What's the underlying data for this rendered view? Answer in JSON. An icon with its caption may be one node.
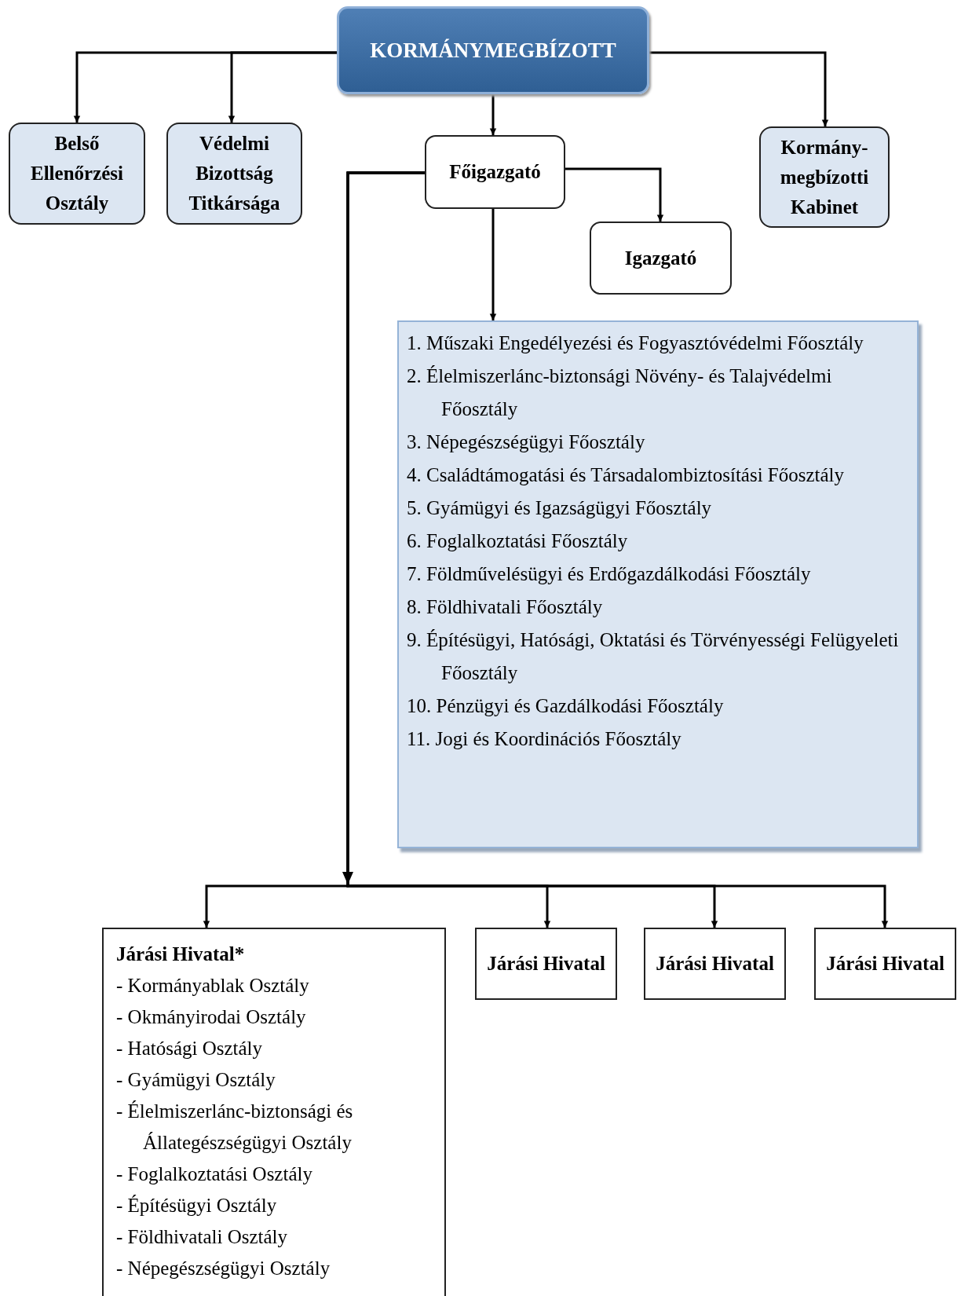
{
  "diagram": {
    "nodes": [
      {
        "text": [
          "KORMÁNYMEGBÍZOTT"
        ]
      },
      {
        "text": [
          "Belső Ellenőrzési Osztály"
        ]
      },
      {
        "text": [
          "Védelmi Bizottság Titkársága"
        ]
      },
      {
        "text": [
          "Főigazgató"
        ]
      },
      {
        "text": [
          "Kormány- megbízotti Kabinet"
        ]
      },
      {
        "text": [
          "Igazgató"
        ]
      },
      {
        "text": [
          "1. Műszaki Engedélyezési és Fogyasztóvédelmi Főosztály",
          "2. Élelmiszerlánc-biztonsági Növény- és Talajvédelmi Főosztály",
          "3. Népegészségügyi Főosztály",
          "4. Családtámogatási és Társadalombiztosítási Főosztály",
          "5. Gyámügyi és Igazságügyi Főosztály",
          "6. Foglalkoztatási Főosztály",
          "7. Földművelésügyi és Erdőgazdálkodási Főosztály",
          "8. Földhivatali Főosztály",
          "9. Építésügyi, Hatósági, Oktatási és Törvényességi Felügyeleti Főosztály",
          "10. Pénzügyi és Gazdálkodási Főosztály",
          "11. Jogi és Koordinációs Főosztály"
        ]
      },
      {
        "text": [
          "Járási Hivatal*",
          "- Kormányablak Osztály",
          "- Okmányirodai Osztály",
          "- Hatósági Osztály",
          "- Gyámügyi Osztály",
          "- Élelmiszerlánc-biztonsági és Állategészségügyi Osztály",
          "- Foglalkoztatási Osztály",
          "- Építésügyi Osztály",
          "- Földhivatali Osztály",
          "- Népegészségügyi Osztály"
        ]
      },
      {
        "text": [
          "Járási Hivatal"
        ]
      },
      {
        "text": [
          "Járási Hivatal"
        ]
      },
      {
        "text": [
          "Járási Hivatal"
        ]
      }
    ],
    "edges": [
      {
        "from": 0,
        "to": 1,
        "arrow": "to"
      },
      {
        "from": 0,
        "to": 2,
        "arrow": "to"
      },
      {
        "from": 0,
        "to": 4,
        "arrow": "to"
      },
      {
        "from": 0,
        "to": 3,
        "arrow": "to"
      },
      {
        "from": 3,
        "to": 5,
        "arrow": "to"
      },
      {
        "from": 3,
        "to": 6,
        "arrow": "to"
      },
      {
        "from": 3,
        "to": 7,
        "arrow": "to"
      },
      {
        "from": 3,
        "to": 8,
        "arrow": "to"
      },
      {
        "from": 3,
        "to": 9,
        "arrow": "to"
      },
      {
        "from": 3,
        "to": 10,
        "arrow": "to"
      }
    ]
  }
}
